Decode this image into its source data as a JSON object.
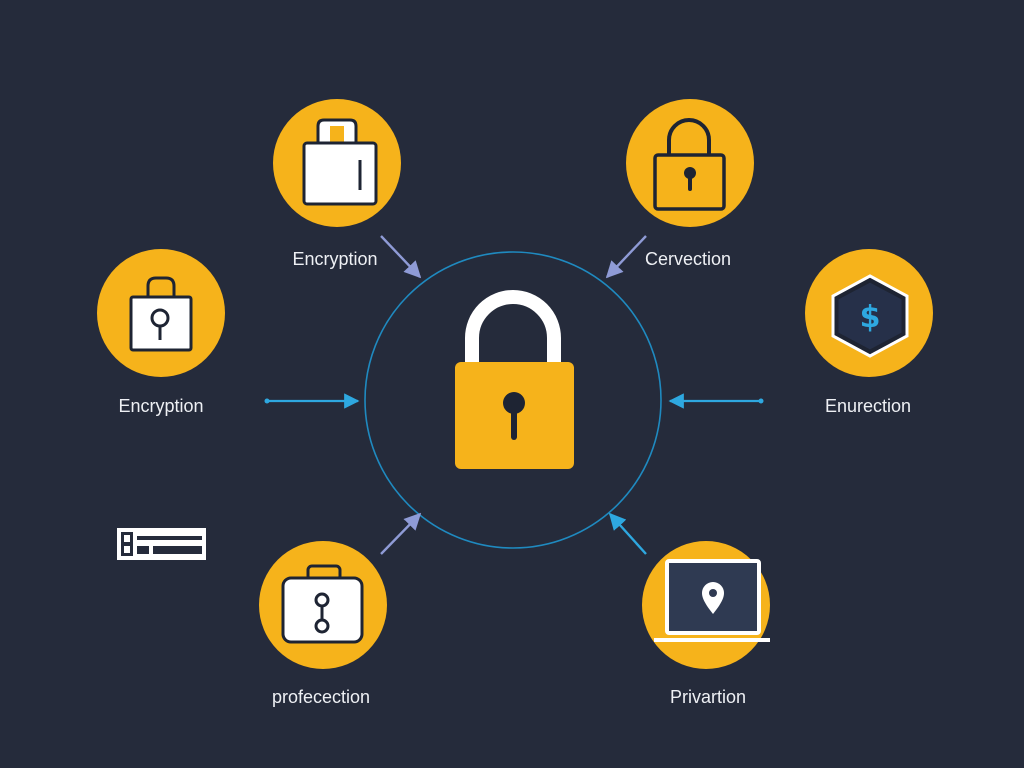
{
  "colors": {
    "background": "#252b3b",
    "accent_yellow": "#f6b31b",
    "ring_blue": "#1f8ac0",
    "arrow_blue": "#2ea8e0",
    "arrow_lavender": "#8f9bd6",
    "icon_stroke": "#1e2433",
    "icon_fill": "#ffffff",
    "label_text": "#eef0f4"
  },
  "center": {
    "icon": "padlock-icon"
  },
  "nodes": [
    {
      "id": "top-left",
      "label": "Encryption",
      "icon": "shopping-bag-lock-icon"
    },
    {
      "id": "top-right",
      "label": "Cervection",
      "icon": "padlock-icon"
    },
    {
      "id": "middle-left",
      "label": "Encryption",
      "icon": "keyhole-bag-icon"
    },
    {
      "id": "middle-right",
      "label": "Enurection",
      "icon": "dollar-shield-icon"
    },
    {
      "id": "bottom-left",
      "label": "profecection",
      "icon": "briefcase-key-icon"
    },
    {
      "id": "bottom-right",
      "label": "Privartion",
      "icon": "laptop-location-icon"
    }
  ],
  "side_element": {
    "icon": "id-card-icon"
  }
}
